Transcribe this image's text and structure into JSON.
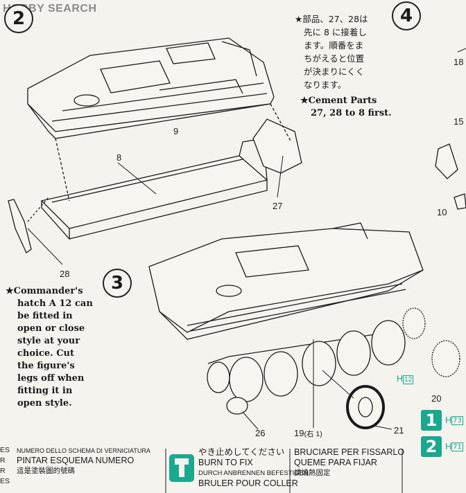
{
  "watermark": {
    "brand": "HOBBY SEARCH"
  },
  "steps": {
    "s2": "2",
    "s3": "3",
    "s4": "4"
  },
  "note_jp": {
    "star": "★",
    "lines": [
      "部品、27、28は",
      "先に 8 に接着し",
      "ます。順番をま",
      "ちがえると位置",
      "が決まりにくく",
      "なります。"
    ]
  },
  "note_en_cement": {
    "star": "★",
    "lines": [
      "Cement  Parts",
      "27, 28 to 8 first."
    ]
  },
  "note_commander": {
    "star": "★",
    "lines": [
      "Commander's",
      "hatch A 12 can",
      "be  fitted  in",
      "open or close",
      "style at your",
      "choice.   Cut",
      "the  figure's",
      "legs off when",
      "fitting  it  in",
      "open style."
    ]
  },
  "parts": {
    "p9": "9",
    "p8": "8",
    "p27": "27",
    "p28": "28",
    "p26": "26",
    "p19": "19",
    "p19_note": "(右 1)",
    "p21": "21",
    "p20": "20",
    "p18": "18",
    "p15": "15",
    "p10": "10",
    "h12_prefix": "H",
    "h12_box": "12"
  },
  "paint_markers": [
    {
      "num": "1",
      "prefix": "H",
      "code": "73"
    },
    {
      "num": "2",
      "prefix": "H",
      "code": "71"
    }
  ],
  "footer": {
    "left_partial": {
      "l1": "ES",
      "l2": "R",
      "l3": "R",
      "l4": "ES"
    },
    "scheme_it": "NUMERO DELLO SCHEMA DI VERNICIATURA",
    "scheme_pt": "PINTAR ESQUEMA NUMERO",
    "scheme_cn": "這是塗裝圖的號碼",
    "burn_jp": "やき止めしてください",
    "burn_en": "BURN TO FIX",
    "burn_de": "DURCH ANBRENNEN BEFESTIGEN",
    "burn_fr": "BRULER POUR COLLER",
    "burn_it": "BRUCIARE PER FISSARLO",
    "burn_es": "QUEME PARA FIJAR",
    "burn_cn": "請燒熱固定"
  },
  "colors": {
    "accent": "#1aa88e",
    "ink": "#1a1a1a",
    "paper": "#f4f3ee"
  }
}
